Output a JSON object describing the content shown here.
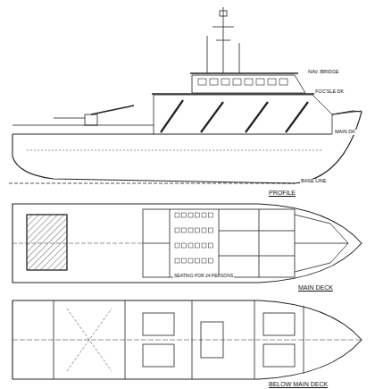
{
  "diagram": {
    "labels": [
      "NAV. BRIDGE",
      "FOC'SLE DK",
      "MAIN DK",
      "BASE LINE",
      "PROFILE",
      "SEATING FOR 24 PERSONS",
      "MAIN DECK",
      "BELOW MAIN DECK"
    ]
  }
}
